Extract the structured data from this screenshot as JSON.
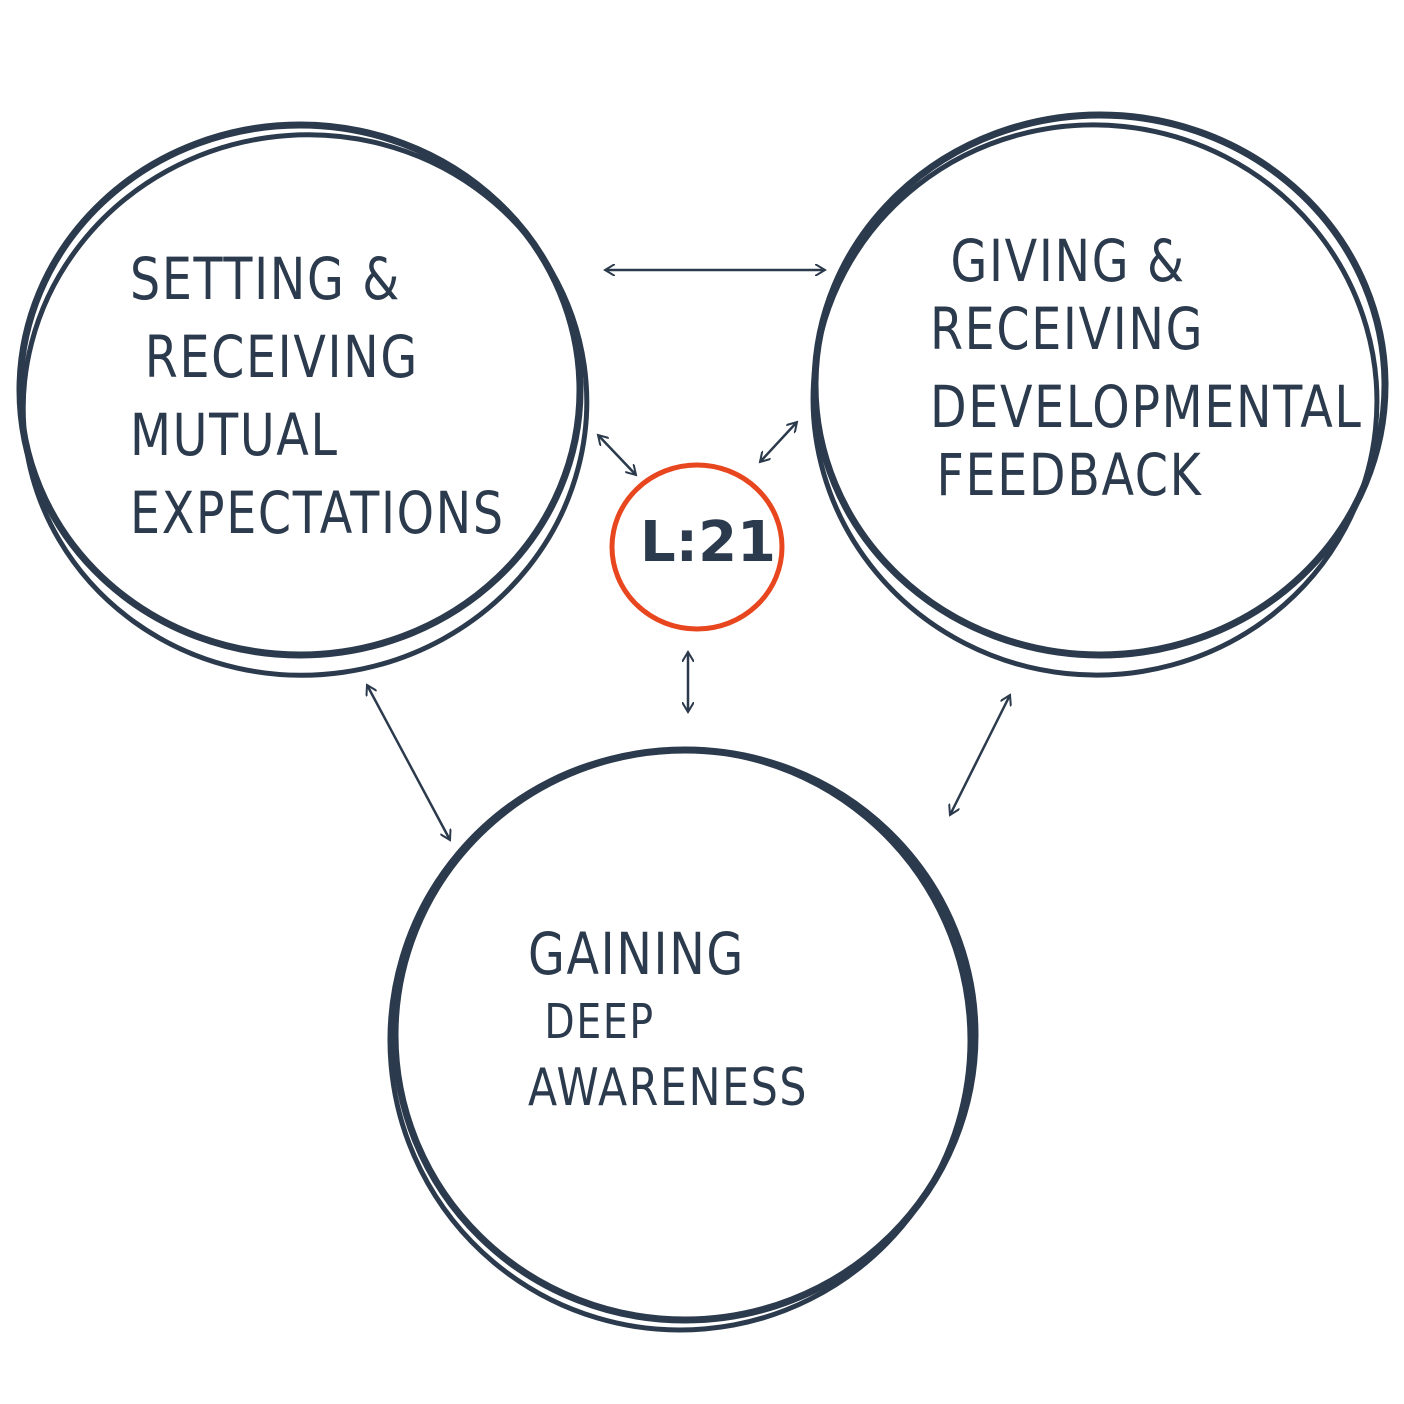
{
  "circles": {
    "left": {
      "lines": [
        "Setting &",
        "Receiving",
        "Mutual",
        "Expectations"
      ]
    },
    "right": {
      "lines": [
        "Giving &",
        "Receiving",
        "Developmental",
        "Feedback"
      ]
    },
    "bottom": {
      "lines": [
        "Gaining",
        "Deep",
        "Awareness"
      ]
    }
  },
  "center": {
    "label": "L:21"
  },
  "colors": {
    "ink": "#2b3a4c",
    "accent": "#e8461e"
  }
}
